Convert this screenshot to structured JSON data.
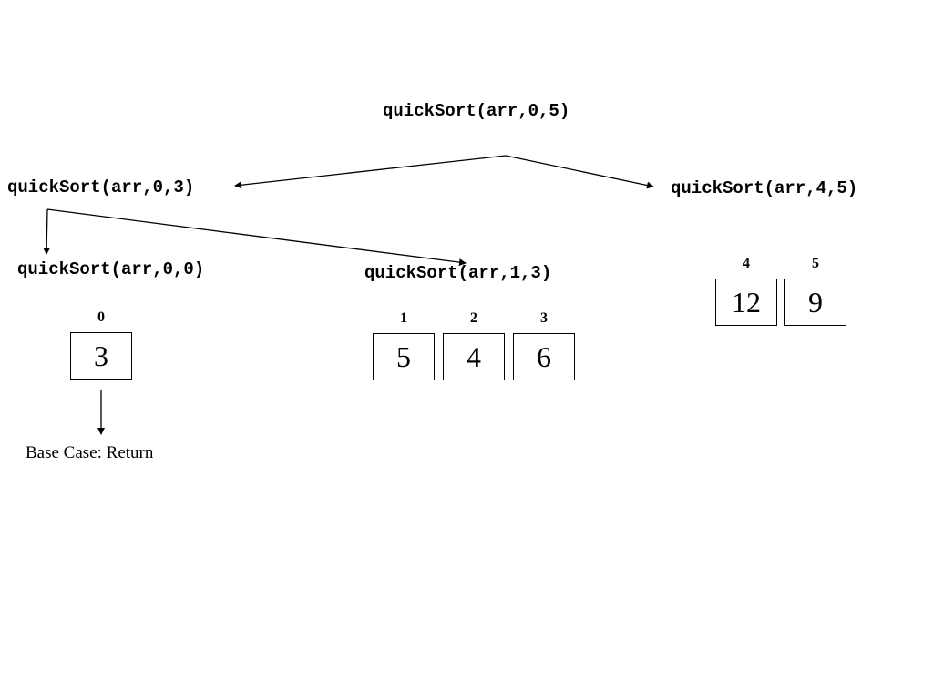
{
  "calls": {
    "root": "quickSort(arr,0,5)",
    "left": "quickSort(arr,0,3)",
    "right": "quickSort(arr,4,5)",
    "left_left": "quickSort(arr,0,0)",
    "left_right": "quickSort(arr,1,3)"
  },
  "arrays": {
    "a00": {
      "indices": [
        "0"
      ],
      "values": [
        "3"
      ]
    },
    "a13": {
      "indices": [
        "1",
        "2",
        "3"
      ],
      "values": [
        "5",
        "4",
        "6"
      ]
    },
    "a45": {
      "indices": [
        "4",
        "5"
      ],
      "values": [
        "12",
        "9"
      ]
    }
  },
  "base_case": "Base Case: Return"
}
